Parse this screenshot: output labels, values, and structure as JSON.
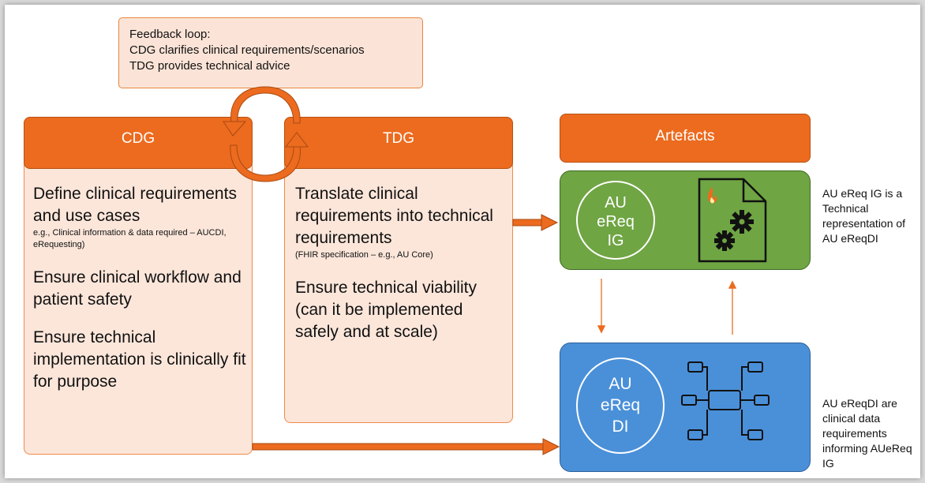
{
  "feedback": {
    "lines": [
      "Feedback loop:",
      "CDG clarifies clinical requirements/scenarios",
      "TDG provides technical advice"
    ]
  },
  "cdg": {
    "header": "CDG",
    "block1_main": "Define clinical requirements and use cases",
    "block1_sub": "e.g., Clinical information & data required – AUCDI, eRequesting)",
    "block2": "Ensure clinical workflow and patient safety",
    "block3": "Ensure technical implementation is clinically fit for purpose"
  },
  "tdg": {
    "header": "TDG",
    "block1_main": "Translate clinical requirements into technical requirements",
    "block1_sub": "(FHIR specification – e.g., AU Core)",
    "block2": "Ensure technical viability (can it be implemented safely and at scale)"
  },
  "artefacts": {
    "header": "Artefacts",
    "ig": {
      "line1": "AU",
      "line2": "eReq",
      "line3": "IG",
      "icon": "fhir-document-gears-icon",
      "color": "#6fa543"
    },
    "di": {
      "line1": "AU",
      "line2": "eReq",
      "line3": "DI",
      "icon": "data-network-icon",
      "color": "#4a90d9"
    }
  },
  "notes": {
    "ig": "AU eReq IG is a Technical representation of AU eReqDI",
    "di": "AU eReqDI are clinical data requirements informing AUeReq IG"
  },
  "colors": {
    "accent": "#ec6b1f",
    "panel": "#fce6da"
  }
}
